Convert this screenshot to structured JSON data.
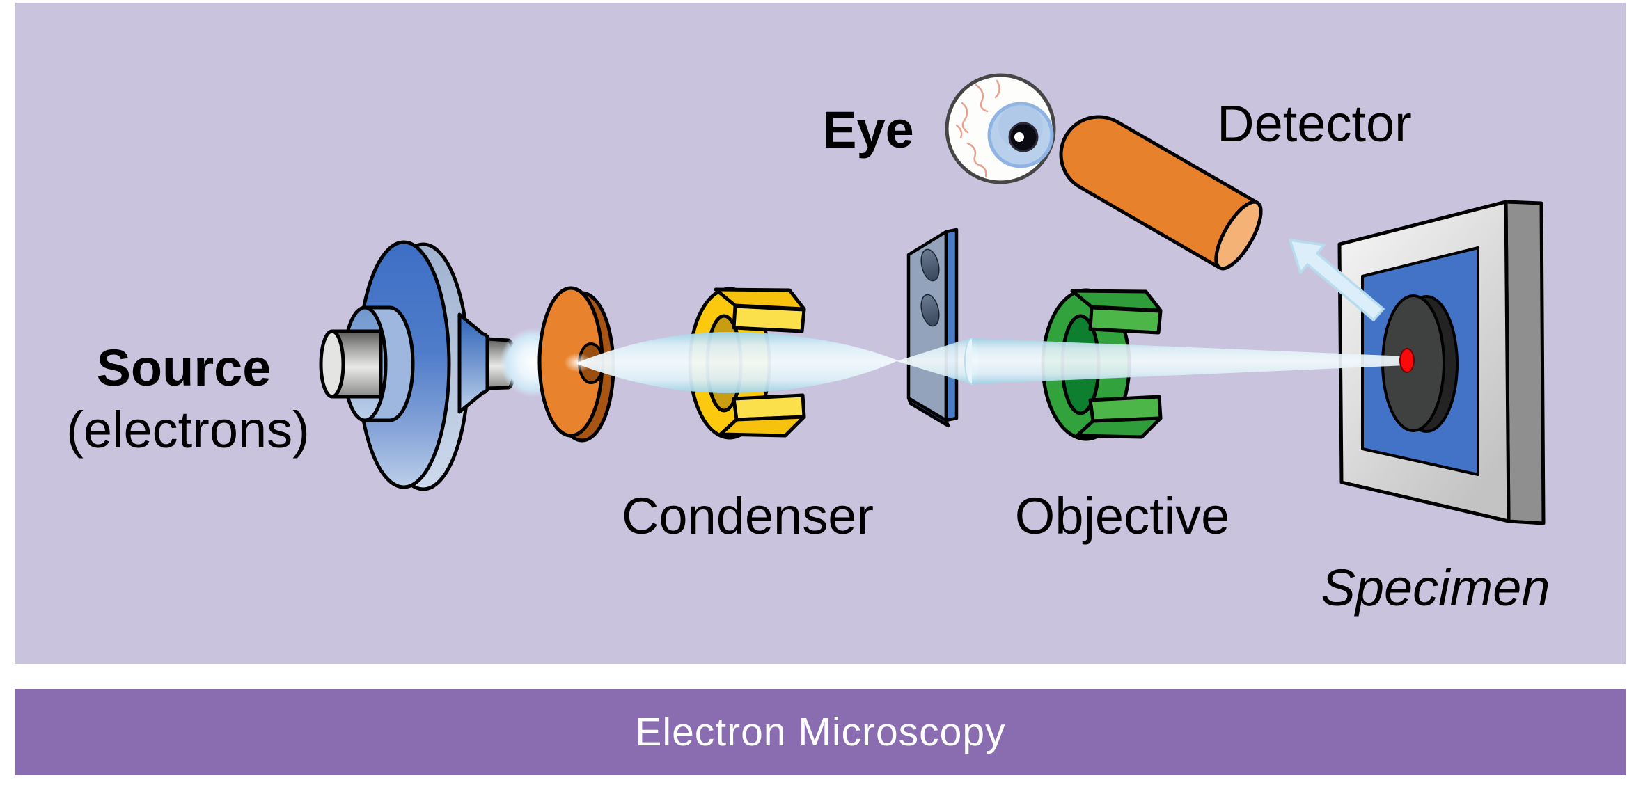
{
  "banner": {
    "label": "Electron Microscopy",
    "background_color": "#8a6cb0",
    "text_color": "#ffffff"
  },
  "panel": {
    "background_color": "#cac3de"
  },
  "labels": {
    "source_title": "Source",
    "source_subtitle": "(electrons)",
    "condenser": "Condenser",
    "objective": "Objective",
    "eye": "Eye",
    "detector": "Detector",
    "specimen": "Specimen"
  },
  "colors": {
    "beam_cyan": "#d9eef7",
    "source_disc_blue": "#4472c4",
    "aperture_orange": "#e8822c",
    "condenser_yellow": "#fcc90f",
    "objective_green": "#32a33c",
    "plate_face_gray_blue": "#93a3bc",
    "plate_edge_blue": "#4a7cc8",
    "specimen_frame_gray": "#d9d9d9",
    "specimen_inner_blue": "#4273c6",
    "specimen_disc_gray": "#3f4040",
    "specimen_spot_red": "#fb0a0c",
    "detector_orange": "#e8812b",
    "eye_iris_blue": "#b9d0ec",
    "label_text": "#000000"
  }
}
